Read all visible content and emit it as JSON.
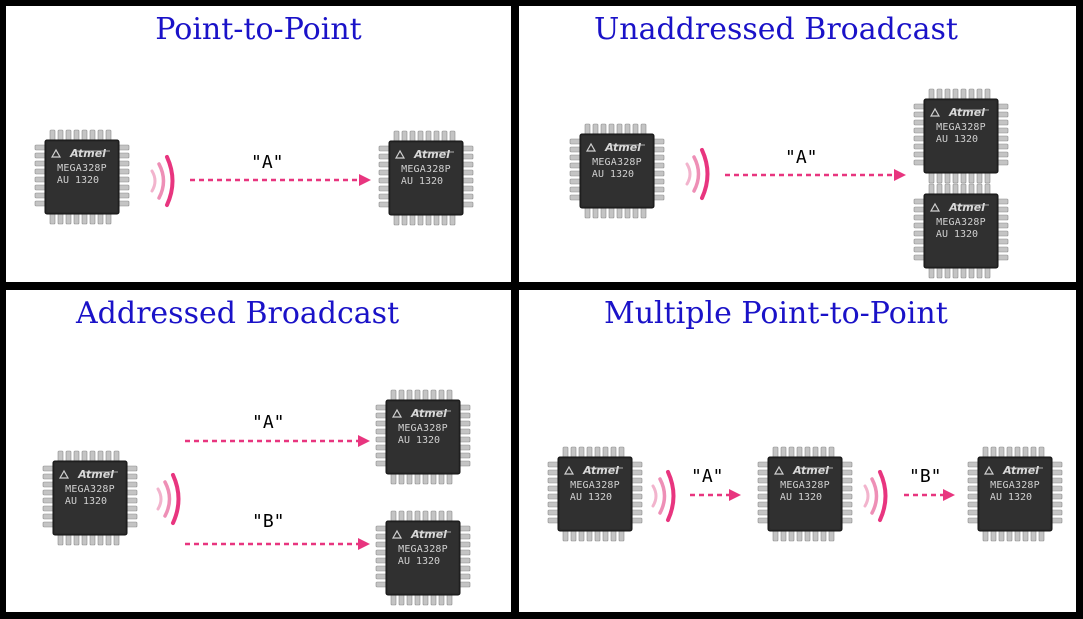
{
  "panels": {
    "point_to_point": {
      "title": "Point-to-Point",
      "label_a": "\"A\""
    },
    "unaddressed_broadcast": {
      "title": "Unaddressed Broadcast",
      "label_a": "\"A\""
    },
    "addressed_broadcast": {
      "title": "Addressed Broadcast",
      "label_a": "\"A\"",
      "label_b": "\"B\""
    },
    "multiple_point_to_point": {
      "title": "Multiple Point-to-Point",
      "label_a": "\"A\"",
      "label_b": "\"B\""
    }
  },
  "chip": {
    "logo": "Atmel",
    "line1": "MEGA328P",
    "line2": "AU 1320"
  },
  "colors": {
    "title": "#1a12c8",
    "arrow": "#e8357f",
    "chip_body": "#2a2a2a",
    "pin": "#c8c8c8"
  },
  "icons": [
    "microcontroller-chip-icon",
    "signal-waves-icon",
    "dashed-arrow-icon"
  ]
}
